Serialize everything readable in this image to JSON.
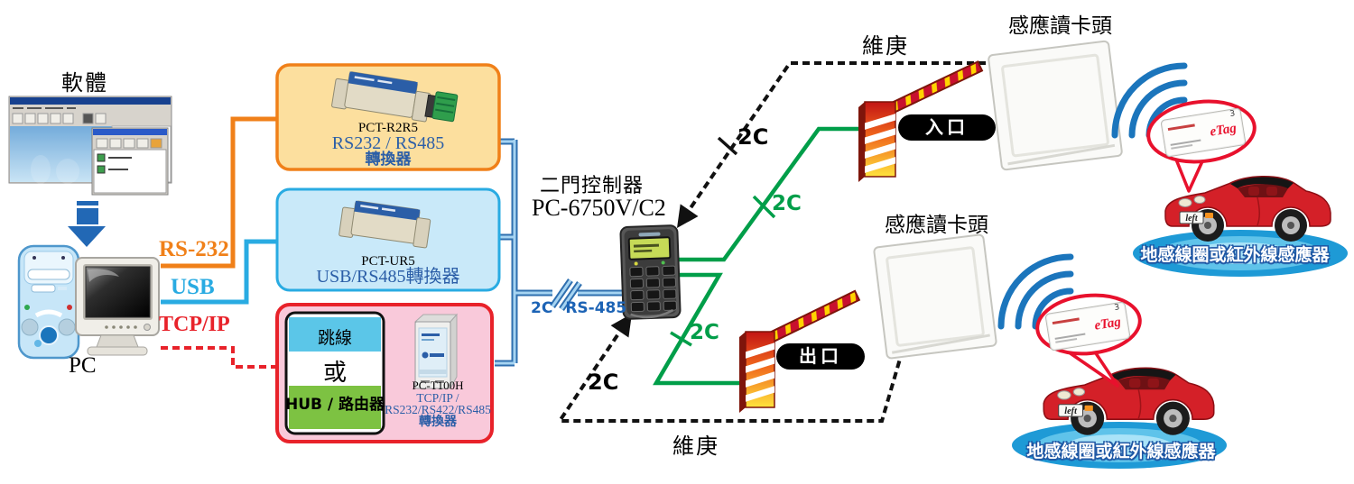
{
  "colors": {
    "rs232_orange": "#F08019",
    "usb_blue": "#29ABE2",
    "tcpip_red": "#E8222A",
    "wire_green": "#009E49",
    "bus_text_blue": "#1C63B5",
    "dashed_black": "#111111",
    "box_rs232_fill": "#FCDF9E",
    "box_usb_fill": "#C9E9F9",
    "box_tcpip_fill": "#F9C9DA",
    "etag_red": "#E8112D"
  },
  "left": {
    "software_label": "軟體",
    "pc_label": "PC"
  },
  "links": {
    "rs232": "RS-232",
    "usb": "USB",
    "tcpip": "TCP/IP",
    "two_core": "2C",
    "rs485": "RS-485"
  },
  "converters": {
    "rs232_box": {
      "model": "PCT-R2R5",
      "line1": "RS232 / RS485",
      "line2": "轉換器"
    },
    "usb_box": {
      "model": "PCT-UR5",
      "line1": "USB/RS485轉換器"
    },
    "tcpip_box": {
      "jumper": "跳線",
      "or_word": "或",
      "hub": "HUB / 路由器",
      "model": "PC-T100H",
      "line1": "TCP/IP  /",
      "line2": "RS232/RS422/RS485",
      "line3": "轉換器"
    }
  },
  "controller": {
    "name": "二門控制器",
    "model": "PC-6750V/C2"
  },
  "site": {
    "entrance": "入口",
    "exit": "出口",
    "reader_label": "感應讀卡頭",
    "wiegand": "維庚",
    "ground_sensor": "地感線圈或紅外線感應器",
    "etag": "eTag",
    "etag_number": "3",
    "plate": "left"
  }
}
